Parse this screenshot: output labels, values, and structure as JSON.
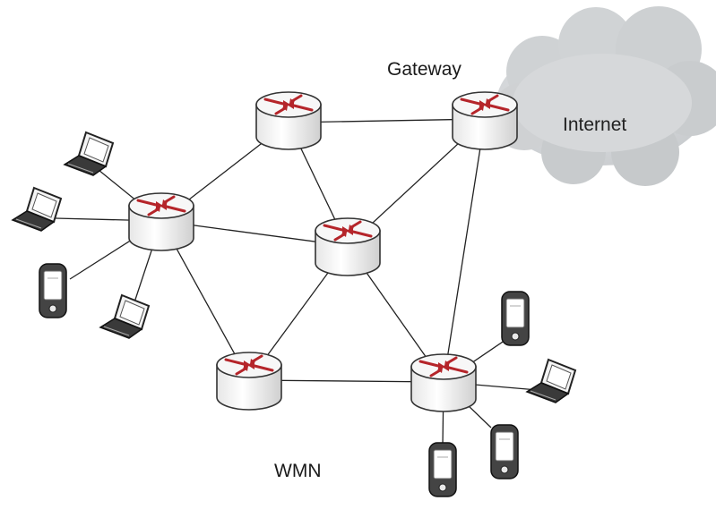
{
  "labels": {
    "gateway": "Gateway",
    "internet": "Internet",
    "network": "WMN"
  },
  "colors": {
    "router_arrows": "#b5252a",
    "router_body": "#f2f2f2",
    "cloud": "#d4d6d8",
    "links": "#222222"
  },
  "icons": {
    "router": "mesh-router-icon",
    "laptop": "laptop-icon",
    "phone": "pda-phone-icon",
    "cloud": "internet-cloud-icon"
  }
}
